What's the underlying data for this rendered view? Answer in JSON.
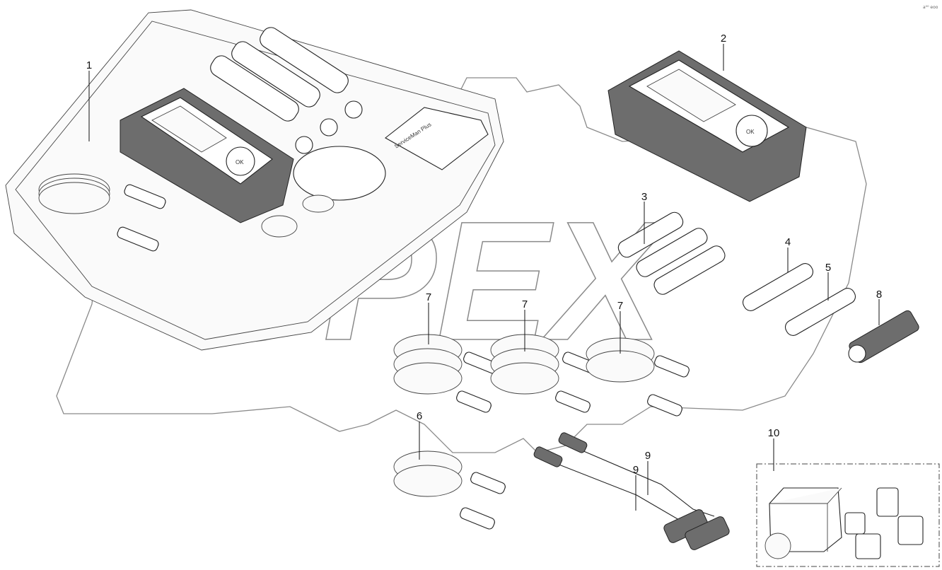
{
  "diagram": {
    "callouts": [
      {
        "id": "1",
        "text": "1"
      },
      {
        "id": "2",
        "text": "2"
      },
      {
        "id": "3",
        "text": "3"
      },
      {
        "id": "4",
        "text": "4"
      },
      {
        "id": "5",
        "text": "5"
      },
      {
        "id": "6",
        "text": "6"
      },
      {
        "id": "7a",
        "text": "7"
      },
      {
        "id": "7b",
        "text": "7"
      },
      {
        "id": "7c",
        "text": "7"
      },
      {
        "id": "8",
        "text": "8"
      },
      {
        "id": "9a",
        "text": "9"
      },
      {
        "id": "9b",
        "text": "9"
      },
      {
        "id": "10",
        "text": "10"
      }
    ],
    "corner_mark": "a⁰⁰ eoo",
    "watermark": "OPEX",
    "device_brand": "ServiceMan Plus",
    "ok_key": "OK"
  }
}
